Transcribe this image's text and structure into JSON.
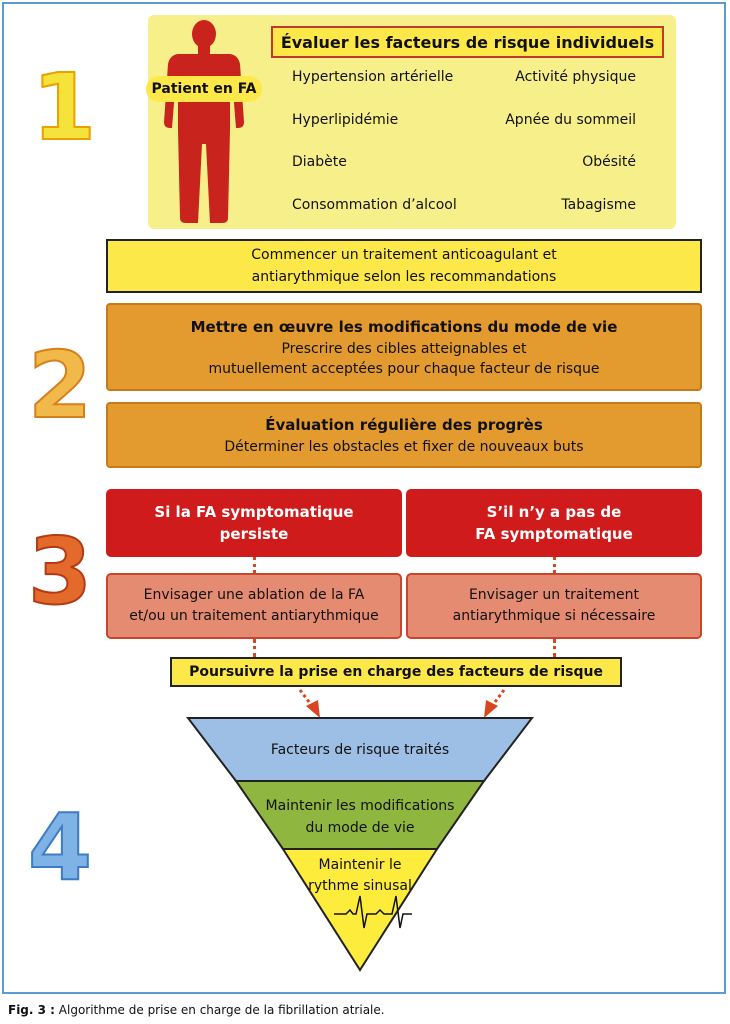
{
  "step_numbers": [
    "1",
    "2",
    "3",
    "4"
  ],
  "patient_label": "Patient en FA",
  "risk_title": "Évaluer les facteurs de risque individuels",
  "risk_factors": [
    "Hypertension artérielle",
    "Activité physique",
    "Hyperlipidémie",
    "Apnée du sommeil",
    "Diabète",
    "Obésité",
    "Consommation d’alcool",
    "Tabagisme"
  ],
  "treatment_box": {
    "line1": "Commencer un traitement anticoagulant et",
    "line2": "antiarythmique selon les recommandations"
  },
  "lifestyle_box": {
    "title": "Mettre en œuvre les modifications du mode de vie",
    "line1": "Prescrire des cibles atteignables et",
    "line2": "mutuellement acceptées pour chaque facteur de risque"
  },
  "progress_box": {
    "title": "Évaluation régulière des progrès",
    "line1": "Déterminer les obstacles et fixer de nouveaux buts"
  },
  "symptomatic_box": {
    "line1": "Si la FA symptomatique",
    "line2": "persiste"
  },
  "asymptomatic_box": {
    "line1": "S’il n’y a pas de",
    "line2": "FA symptomatique"
  },
  "ablation_box": {
    "line1": "Envisager une ablation de la FA",
    "line2": "et/ou un traitement antiarythmique"
  },
  "antiarrhythmic_box": {
    "line1": "Envisager un traitement",
    "line2": "antiarythmique si nécessaire"
  },
  "continue_box": "Poursuivre la prise en charge des facteurs de risque",
  "pyramid": {
    "level1": "Facteurs de risque traités",
    "level2_line1": "Maintenir les modifications",
    "level2_line2": "du mode de vie",
    "level3_line1": "Maintenir le",
    "level3_line2": "rythme sinusal"
  },
  "caption": {
    "label": "Fig. 3 :",
    "text": " Algorithme de prise en charge de la fibrillation atriale."
  },
  "colors": {
    "yellow": "#fde84a",
    "orange": "#e39a2e",
    "red": "#cf1b1b",
    "salmon": "#e58b72",
    "blue_level": "#9dbfe6",
    "green_level": "#8fb63e",
    "yellow_level": "#fdec3c",
    "figure_red": "#c8231c",
    "frame_blue": "#5b9bd5"
  },
  "icons": [
    "human-body-icon",
    "ecg-trace-icon",
    "arrow-down-icon"
  ]
}
